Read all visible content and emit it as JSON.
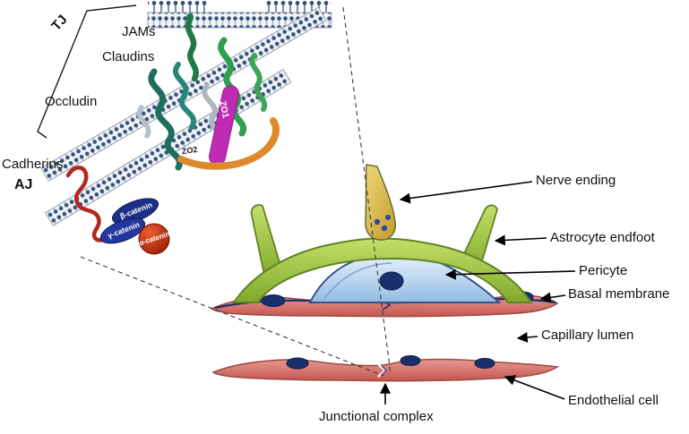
{
  "figure": {
    "tj_label": "TJ",
    "aj_label": "AJ",
    "protein_labels": {
      "jams": "JAMs",
      "claudins": "Claudins",
      "occludin": "Occludin",
      "cadherins": "Cadherins",
      "zo1": "ZO1",
      "zo2": "ZO2",
      "beta_catenin": "β-catenin",
      "gamma_catenin": "γ-catenin",
      "alpha_catenin": "α-catenin"
    },
    "anatomy_labels": {
      "nerve_ending": "Nerve ending",
      "astrocyte_endfoot": "Astrocyte endfoot",
      "pericyte": "Pericyte",
      "basal_membrane": "Basal membrane",
      "capillary_lumen": "Capillary lumen",
      "endothelial_cell": "Endothelial cell",
      "junctional_complex": "Junctional complex"
    },
    "colors": {
      "membrane_head": "#35537a",
      "claudin_green": "#2e9e4f",
      "occludin_teal": "#1d6e5e",
      "jam_green": "#1f7a46",
      "zo1_magenta": "#c02bb4",
      "zo2_orange": "#de8a2c",
      "cadherin_red": "#b5271d",
      "catenin_blue": "#1d2f86",
      "alpha_catenin_red": "#a81e00",
      "astrocyte_green": "#9dc646",
      "pericyte_blue": "#b9d4ec",
      "endothelium_red": "#d87a74",
      "nucleus_navy": "#1a2f6e",
      "nerve_yellow": "#d8b93c",
      "arrow_black": "#000000"
    }
  }
}
